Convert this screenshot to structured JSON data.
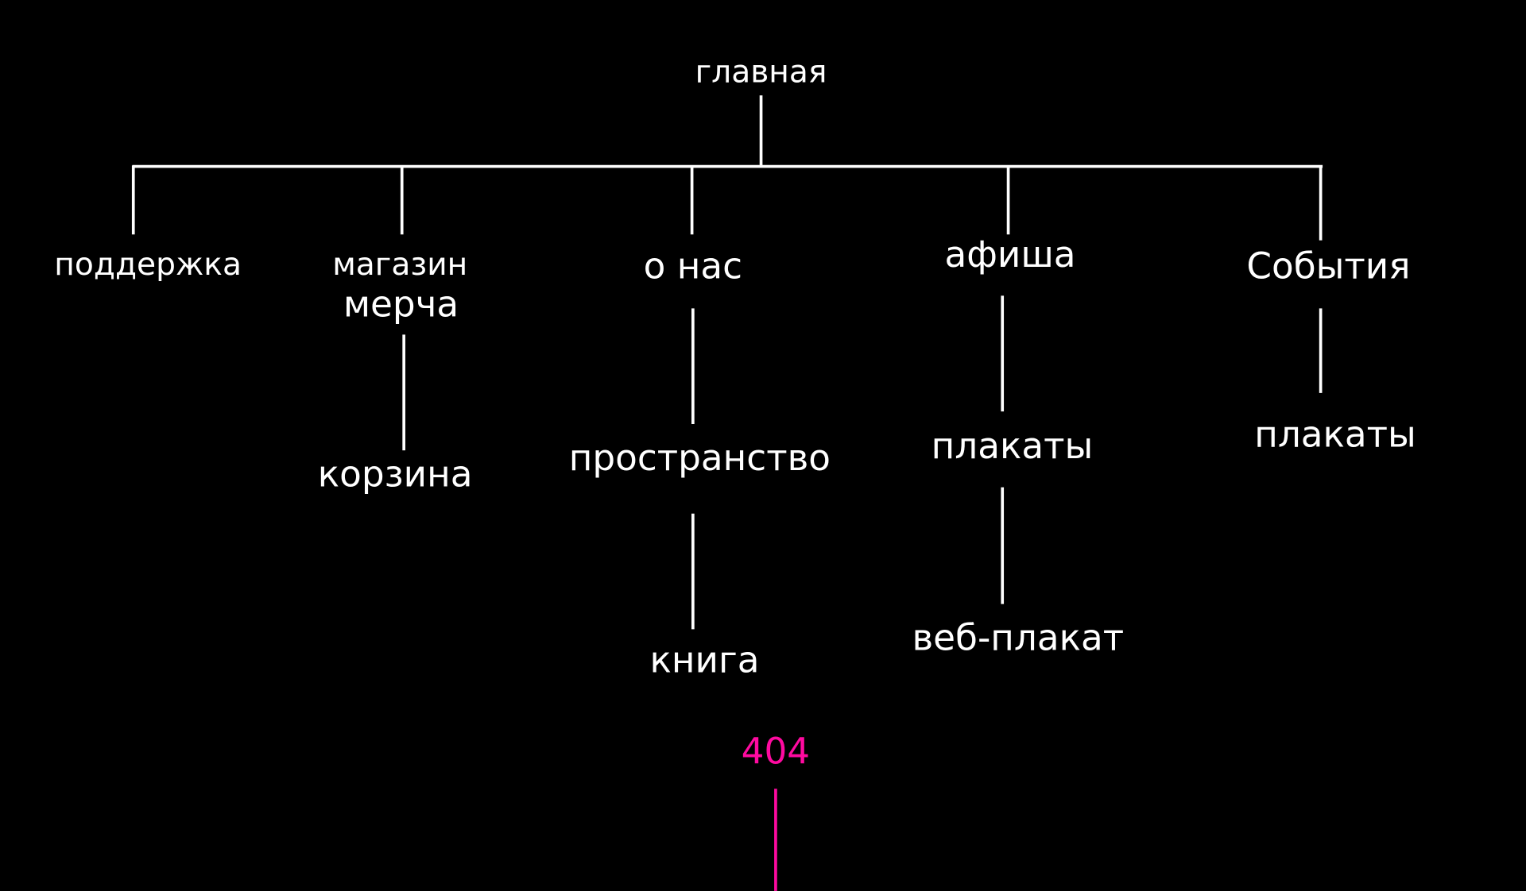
{
  "root": {
    "label": "главная"
  },
  "branches": {
    "support": {
      "label": "поддержка"
    },
    "merch": {
      "label_line1": "магазин",
      "label_line2": "мерча",
      "children": [
        "корзина"
      ]
    },
    "about": {
      "label": "о нас",
      "children": [
        "пространство",
        "книга"
      ]
    },
    "poster": {
      "label": "афиша",
      "children": [
        "плакаты",
        "веб-плакат"
      ]
    },
    "events": {
      "label": "События",
      "children": [
        "плакаты"
      ]
    }
  },
  "error_page": {
    "label": "404"
  },
  "colors": {
    "background": "#000000",
    "foreground": "#ffffff",
    "accent": "#ff0aa0"
  }
}
